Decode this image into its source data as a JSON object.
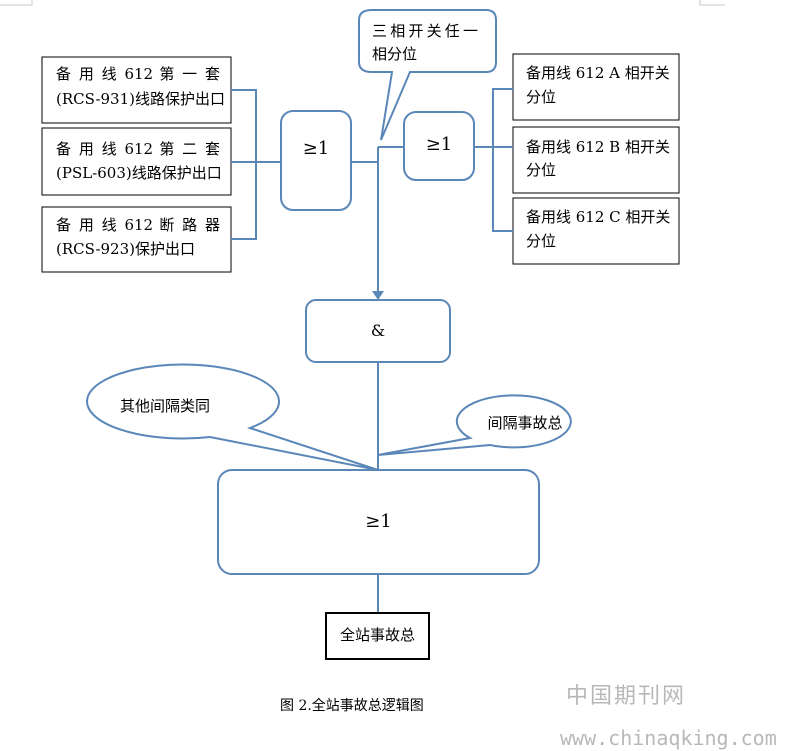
{
  "inputs_left": [
    {
      "line1": "备 用 线 612 第 一 套",
      "line2": "(RCS-931)线路保护出口"
    },
    {
      "line1": "备 用 线 612 第 二 套",
      "line2": "(PSL-603)线路保护出口"
    },
    {
      "line1": "备 用 线 612 断 路 器",
      "line2": "(RCS-923)保护出口"
    }
  ],
  "inputs_right": [
    {
      "line1": "备用线 612 A 相开关",
      "line2": "分位"
    },
    {
      "line1": "备用线 612 B 相开关",
      "line2": "分位"
    },
    {
      "line1": "备用线 612 C 相开关",
      "line2": "分位"
    }
  ],
  "callouts": {
    "three_phase": {
      "line1": "三相开关任一",
      "line2": "相分位"
    },
    "other_bays": "其他间隔类同",
    "bay_total": "间隔事故总"
  },
  "gates": {
    "or_left": "≥1",
    "or_right": "≥1",
    "and": "&",
    "or_final": "≥1"
  },
  "output": "全站事故总",
  "caption": "图 2.全站事故总逻辑图",
  "watermark": {
    "cn": "中国期刊网",
    "url": "www.chinaqking.com"
  },
  "colors": {
    "line": "#5b87b8",
    "box": "#000000"
  }
}
